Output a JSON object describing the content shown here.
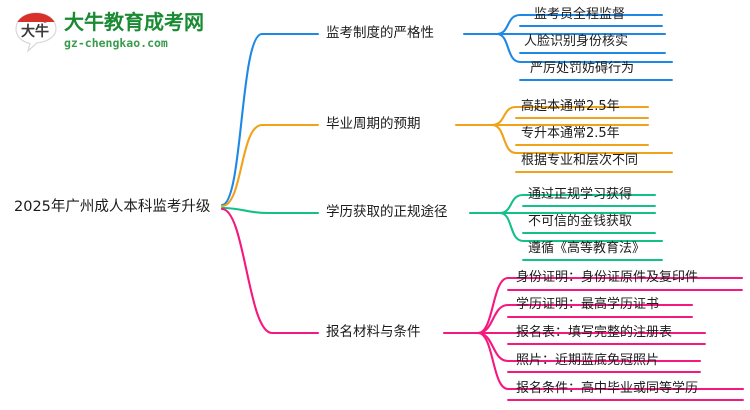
{
  "logo": {
    "name": "大牛教育成考网",
    "url": "gz-chengkao.com",
    "mark_text": "大牛",
    "brand_green": "#1a8a33",
    "brand_red": "#d8312a"
  },
  "mindmap": {
    "root": {
      "label": "2025年广州成人本科监考升级"
    },
    "branches": [
      {
        "label": "监考制度的严格性",
        "color": "#1e88e5",
        "leaves": [
          "监考员全程监督",
          "人脸识别身份核实",
          "严厉处罚妨碍行为"
        ]
      },
      {
        "label": "毕业周期的预期",
        "color": "#f0a21b",
        "leaves": [
          "高起本通常2.5年",
          "专升本通常2.5年",
          "根据专业和层次不同"
        ]
      },
      {
        "label": "学历获取的正规途径",
        "color": "#14c08a",
        "leaves": [
          "通过正规学习获得",
          "不可信的金钱获取",
          "遵循《高等教育法》"
        ]
      },
      {
        "label": "报名材料与条件",
        "color": "#f5187f",
        "leaves": [
          "身份证明：身份证原件及复印件",
          "学历证明：最高学历证书",
          "报名表：填写完整的注册表",
          "照片：近期蓝底免冠照片",
          "报名条件：高中毕业或同等学历"
        ]
      }
    ]
  }
}
